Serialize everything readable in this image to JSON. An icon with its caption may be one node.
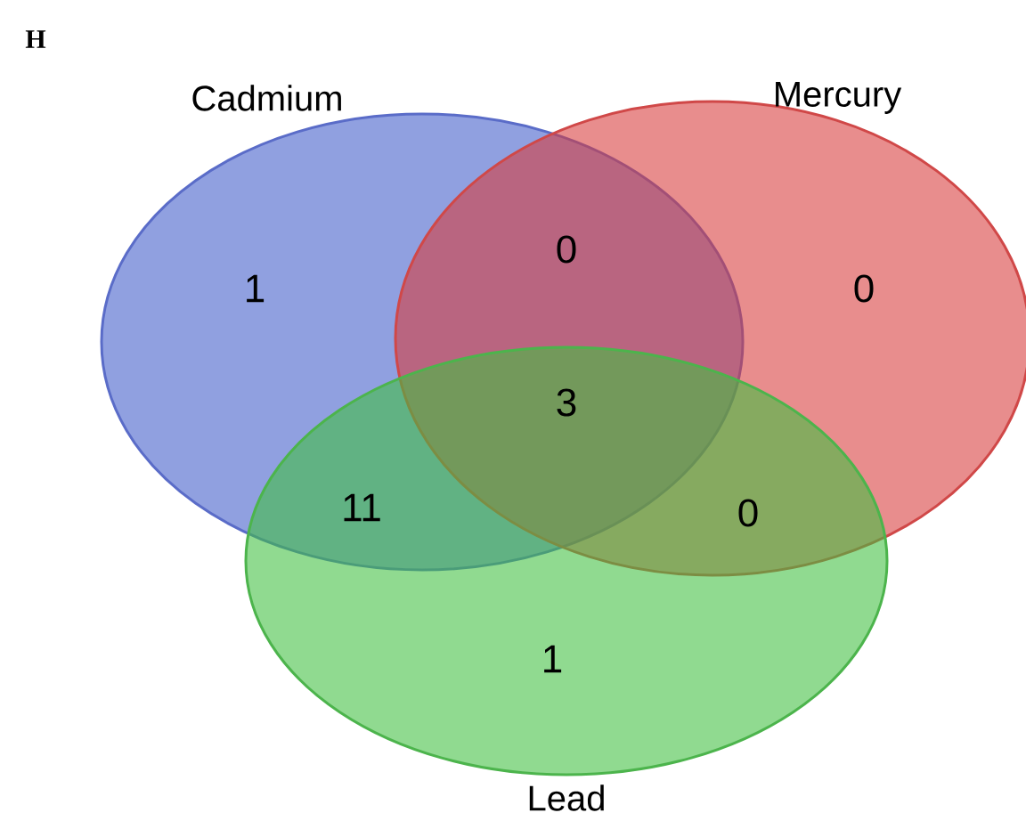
{
  "diagram": {
    "title": "H",
    "nodes": [
      {
        "text": [
          "Cadmium"
        ]
      },
      {
        "text": [
          "Mercury"
        ]
      },
      {
        "text": [
          "Lead"
        ]
      }
    ],
    "labels": [
      "1",
      "0",
      "0",
      "3",
      "11",
      "0",
      "1"
    ]
  }
}
